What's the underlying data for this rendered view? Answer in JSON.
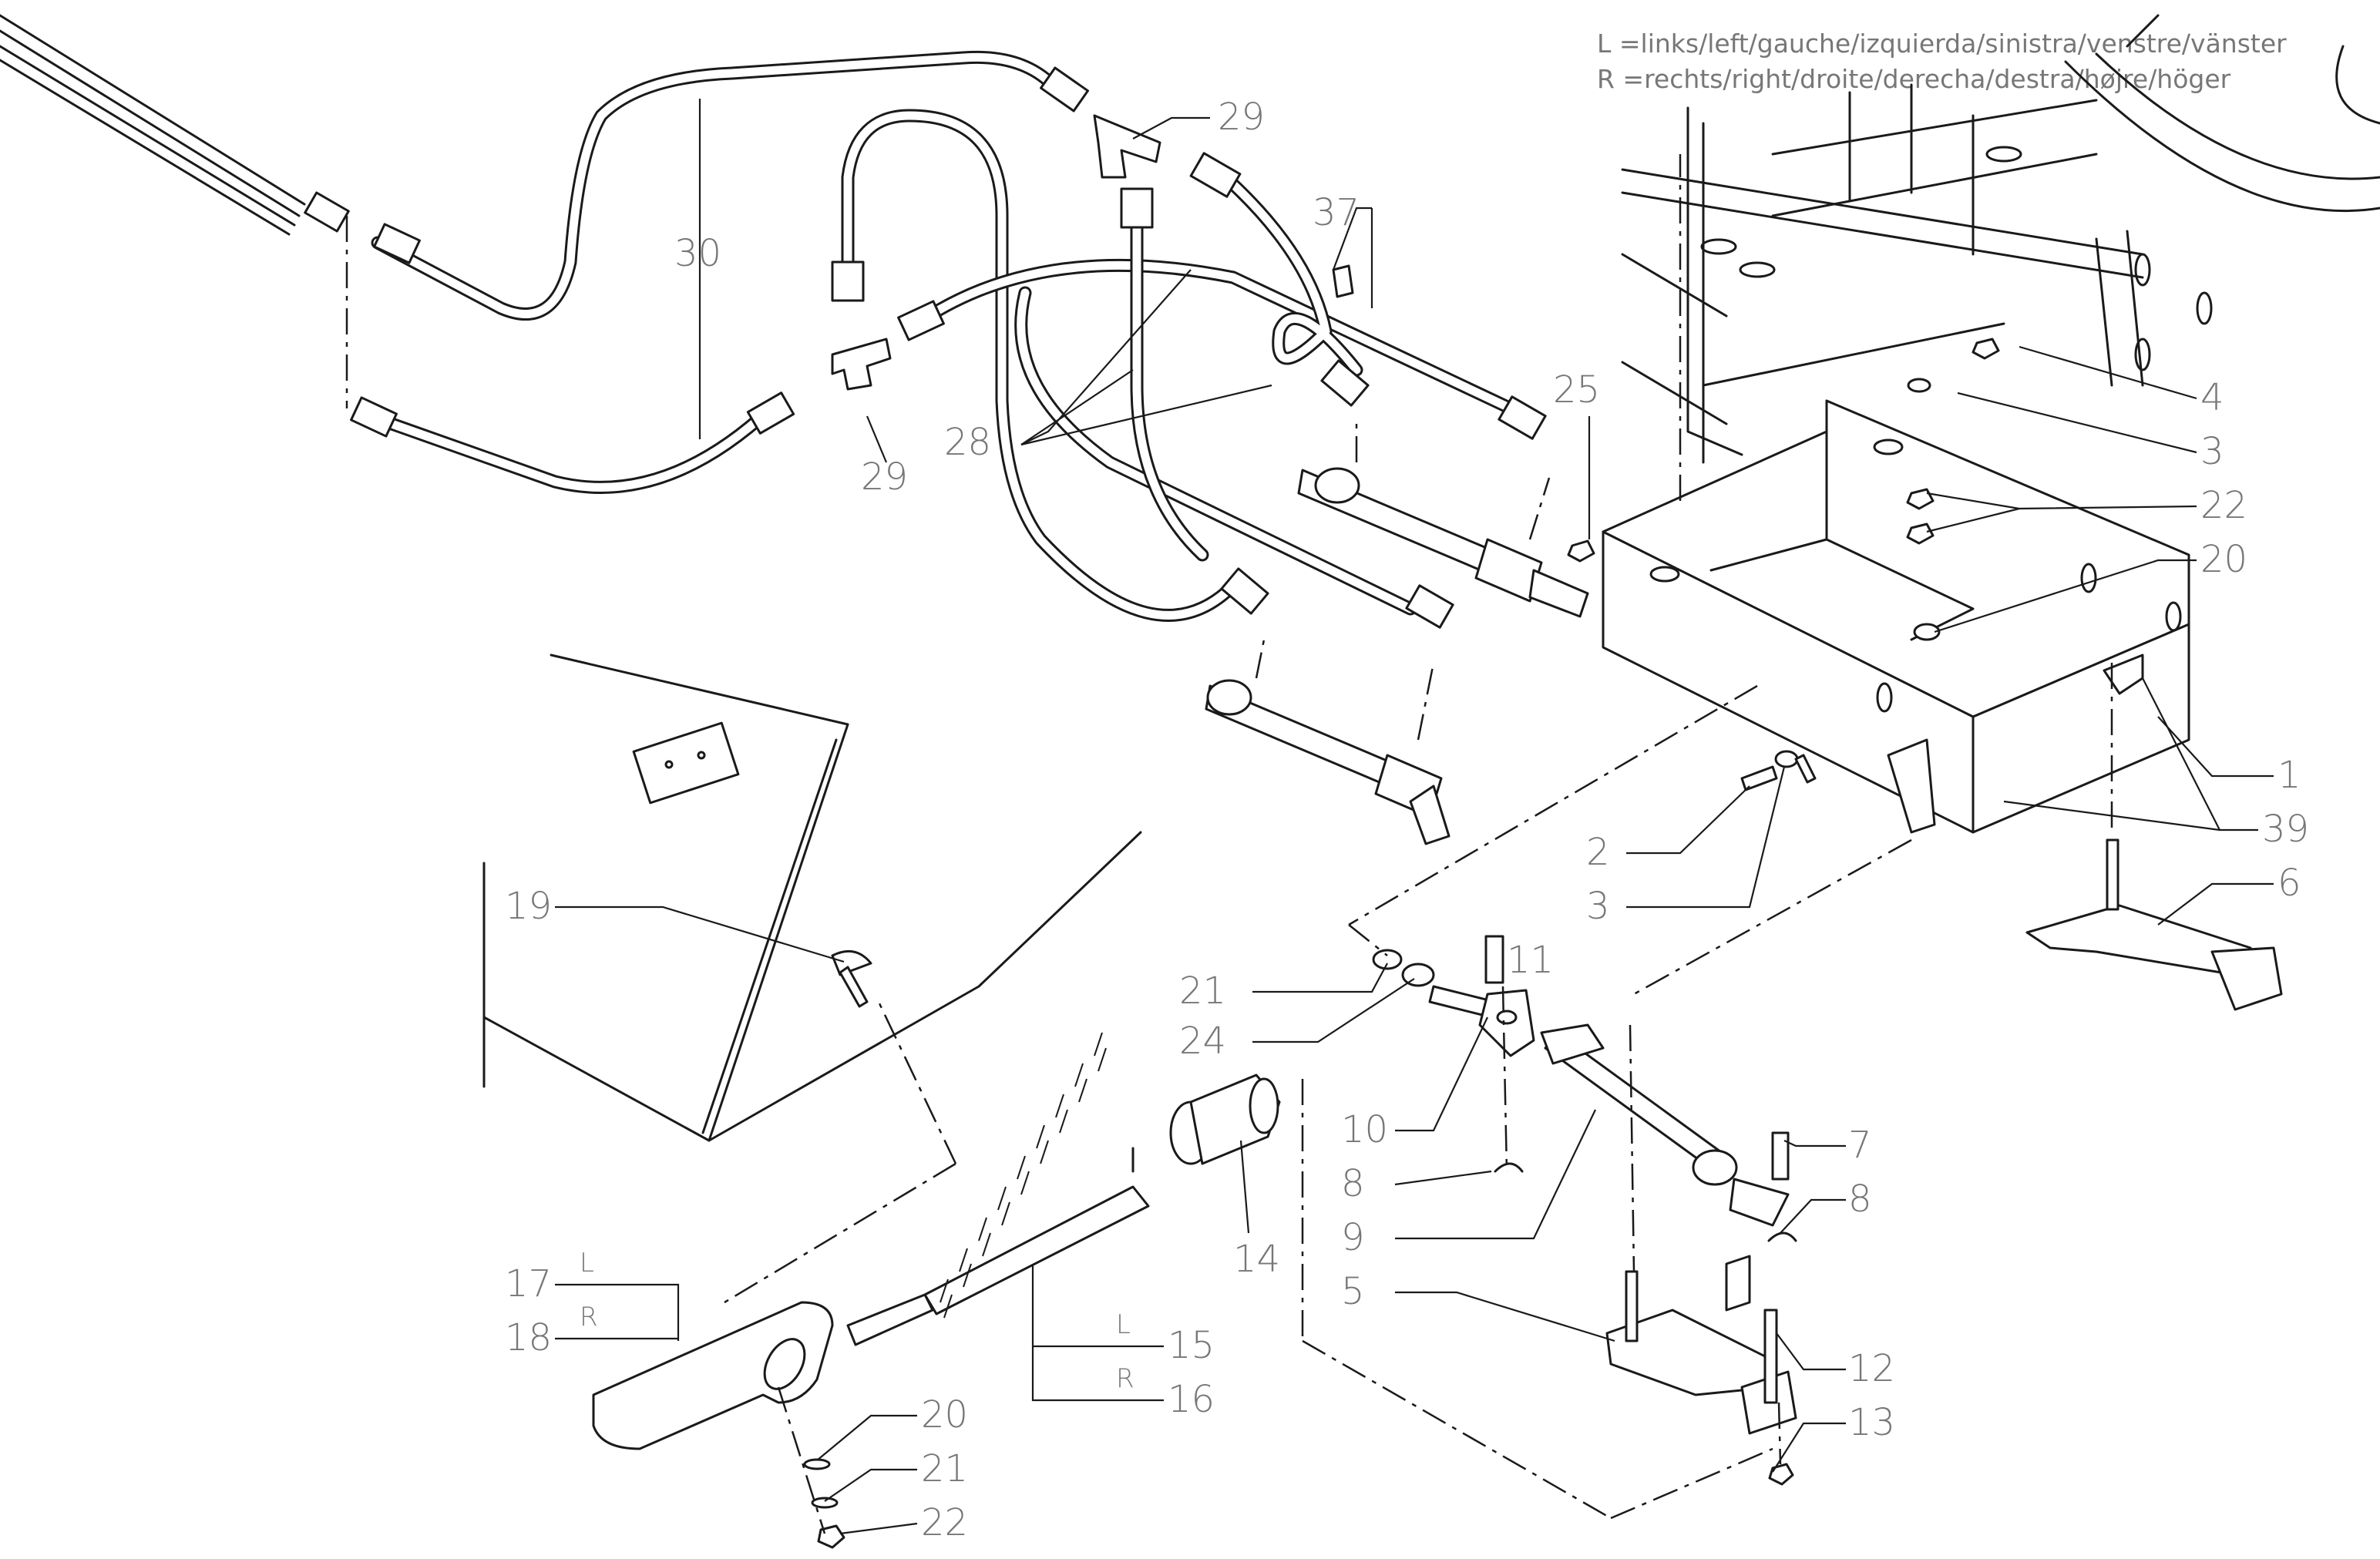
{
  "legend": [
    "L  =links/left/gauche/izquierda/sinistra/venstre/vänster",
    "R  =rechts/right/droite/derecha/destra/højre/höger"
  ],
  "callouts": {
    "c1": "1",
    "c2": "2",
    "c3a": "3",
    "c3b": "3",
    "c4": "4",
    "c5": "5",
    "c6": "6",
    "c7": "7",
    "c8a": "8",
    "c8b": "8",
    "c9": "9",
    "c10": "10",
    "c11": "11",
    "c12": "12",
    "c13": "13",
    "c14": "14",
    "c15": "15",
    "c16": "16",
    "c17": "17",
    "c18": "18",
    "c19": "19",
    "c20a": "20",
    "c20b": "20",
    "c21a": "21",
    "c21b": "21",
    "c22a": "22",
    "c22b": "22",
    "c24": "24",
    "c25": "25",
    "c28": "28",
    "c29a": "29",
    "c29b": "29",
    "c30": "30",
    "c37": "37",
    "c39": "39"
  },
  "side_markers": {
    "l17": "L",
    "r18": "R",
    "l15": "L",
    "r16": "R"
  }
}
